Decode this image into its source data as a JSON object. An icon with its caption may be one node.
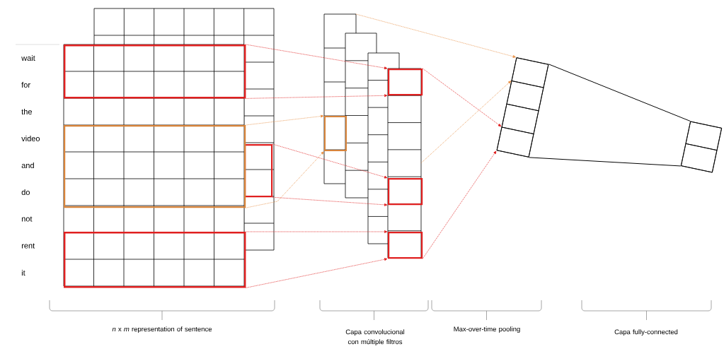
{
  "diagram": {
    "nodes": [
      {
        "text": [],
        "shape": "box"
      },
      {
        "text": [],
        "shape": "box"
      },
      {
        "text": [],
        "shape": "box",
        "in": 0
      },
      {
        "text": [],
        "shape": "box",
        "in": 0
      },
      {
        "text": [],
        "shape": "box",
        "in": 0
      },
      {
        "text": [],
        "shape": "box"
      },
      {
        "text": [],
        "shape": "box",
        "in": 5
      },
      {
        "text": [],
        "shape": "box",
        "in": 5
      },
      {
        "text": [],
        "shape": "box",
        "in": 5
      },
      {
        "text": [],
        "shape": "box",
        "in": 5
      },
      {
        "text": [],
        "shape": "box"
      },
      {
        "text": [],
        "shape": "box",
        "in": 10
      },
      {
        "text": [],
        "shape": "box",
        "in": 10
      },
      {
        "text": [],
        "shape": "box",
        "in": 10
      },
      {
        "text": [],
        "shape": "box",
        "in": 10
      },
      {
        "text": [],
        "shape": "box"
      },
      {
        "text": [],
        "shape": "box",
        "in": 15
      },
      {
        "text": [],
        "shape": "box",
        "in": 15
      }
    ],
    "edges": [
      {
        "from": 2,
        "to": 7,
        "arrow": "to",
        "style": "dashed"
      },
      {
        "from": 2,
        "to": 7,
        "arrow": "to",
        "style": "dashed"
      },
      {
        "from": 3,
        "to": 6,
        "arrow": "to",
        "style": "dashed",
        "color": "#e8924a"
      },
      {
        "from": 3,
        "to": 6,
        "arrow": "to",
        "style": "dashed",
        "color": "#e8924a"
      },
      {
        "from": 1,
        "to": 8,
        "arrow": "to",
        "style": "dashed"
      },
      {
        "from": 1,
        "to": 8,
        "arrow": "to",
        "style": "dashed"
      },
      {
        "from": 4,
        "to": 9,
        "arrow": "to",
        "style": "dashed"
      },
      {
        "from": 4,
        "to": 9,
        "arrow": "to",
        "style": "dashed"
      },
      {
        "from": 5,
        "to": 11,
        "arrow": "to",
        "style": "dashed",
        "color": "#e8924a"
      },
      {
        "from": 5,
        "to": 12,
        "arrow": "to",
        "style": "dashed",
        "color": "#e8924a"
      },
      {
        "from": 7,
        "to": 14,
        "arrow": "to",
        "style": "dashed"
      },
      {
        "from": 9,
        "to": 14,
        "arrow": "to",
        "style": "dashed"
      },
      {
        "from": 10,
        "to": 15,
        "arrow": "none",
        "color": "#000000"
      },
      {
        "from": 10,
        "to": 15,
        "arrow": "none",
        "color": "#000000"
      }
    ],
    "labels": [
      "wait",
      "for",
      "the",
      "video",
      "and",
      "do",
      "not",
      "rent",
      "it",
      "*n* x *m* representation of sentence",
      "Capa convolucional con múltiple filtros",
      "Max-over-time pooling",
      "Capa fully-connected"
    ]
  }
}
